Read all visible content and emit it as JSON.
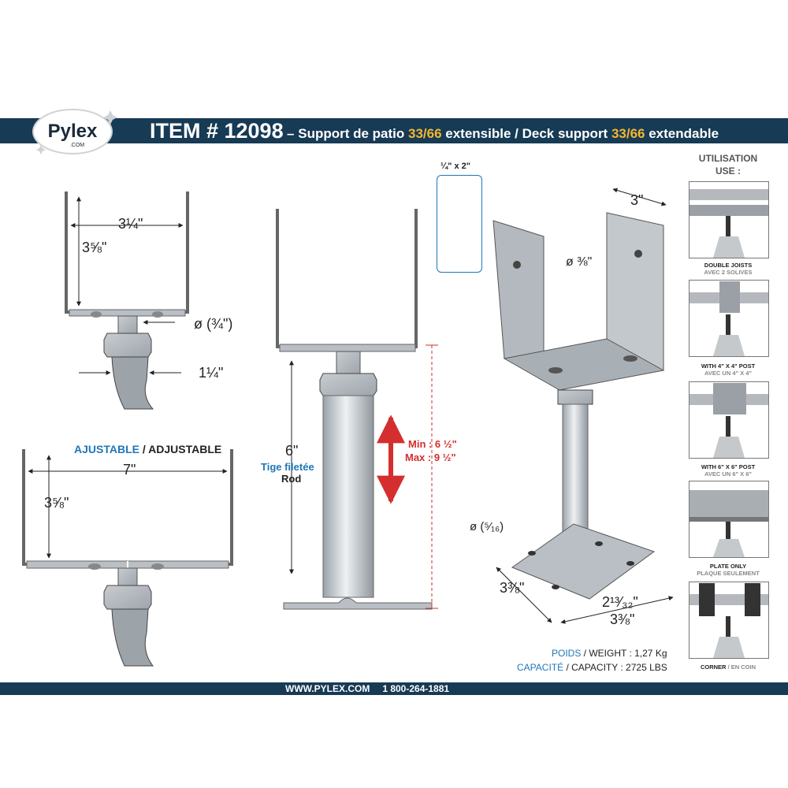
{
  "brand": {
    "name": "Pylex",
    "sub": ".COM"
  },
  "header": {
    "item": "ITEM # 12098",
    "desc_prefix": "– Support de patio ",
    "size1": "33/66",
    "desc_mid": " extensible / Deck support ",
    "size2": "33/66",
    "desc_suffix": " extendable"
  },
  "top_bracket": {
    "width": "3¼\"",
    "height": "3⅝\"",
    "bolt_dia": "ø (¾\")",
    "rod_width": "1¼\""
  },
  "adjustable_bracket": {
    "label_fr": "AJUSTABLE",
    "sep": " / ",
    "label_en": "ADJUSTABLE",
    "width": "7\"",
    "height": "3⅝\""
  },
  "center_rod": {
    "rod_height": "6\"",
    "rod_fr": "Tige filetée",
    "rod_en": "Rod",
    "min": "Min : 6 ½\"",
    "max": "Max : 9 ½\""
  },
  "screw": {
    "label": "¼\" x 2\""
  },
  "main_view": {
    "top_width": "3\"",
    "hole_dia": "ø ⅜\"",
    "plate_hole": "ø (⁵⁄₁₆)",
    "plate_depth": "3⅜\"",
    "hole_spacing": "2¹³⁄₃₂\"",
    "plate_width": "3⅜\""
  },
  "specs": {
    "weight_label_fr": "POIDS",
    "weight_label_en": " / WEIGHT : ",
    "weight": "1,27 Kg",
    "cap_label_fr": "CAPACITÉ",
    "cap_label_en": " / CAPACITY : ",
    "capacity": "2725 LBS"
  },
  "usage": {
    "title_fr": "UTILISATION",
    "title_en": "USE :",
    "items": [
      {
        "en": "DOUBLE JOISTS",
        "fr": "AVEC 2 SOLIVES"
      },
      {
        "en": "WITH 4\" X 4\" POST",
        "fr": "AVEC UN 4\" X 4\""
      },
      {
        "en": "WITH 6\" X 6\" POST",
        "fr": "AVEC UN 6\" X 6\""
      },
      {
        "en": "PLATE ONLY",
        "fr": "PLAQUE SEULEMENT"
      },
      {
        "en": "CORNER",
        "sep": " / ",
        "fr": "EN COIN"
      }
    ]
  },
  "footer": {
    "website": "WWW.PYLEX.COM",
    "phone": "1 800-264-1881"
  },
  "colors": {
    "navy": "#173a55",
    "accent": "#f5b72e",
    "blue": "#1f77b8",
    "red": "#d42e2e"
  }
}
